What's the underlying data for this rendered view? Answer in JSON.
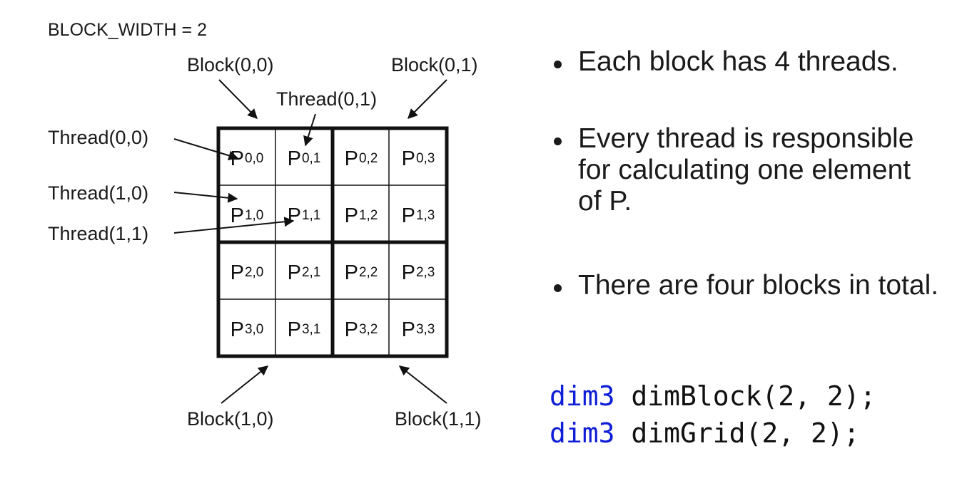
{
  "diagram": {
    "title": "BLOCK_WIDTH = 2",
    "block_labels": {
      "b00": "Block(0,0)",
      "b01": "Block(0,1)",
      "b10": "Block(1,0)",
      "b11": "Block(1,1)"
    },
    "thread_labels": {
      "t00": "Thread(0,0)",
      "t01": "Thread(0,1)",
      "t10": "Thread(1,0)",
      "t11": "Thread(1,1)"
    },
    "matrix_letter": "P",
    "cells": [
      [
        "0,0",
        "0,1",
        "0,2",
        "0,3"
      ],
      [
        "1,0",
        "1,1",
        "1,2",
        "1,3"
      ],
      [
        "2,0",
        "2,1",
        "2,2",
        "2,3"
      ],
      [
        "3,0",
        "3,1",
        "3,2",
        "3,3"
      ]
    ]
  },
  "bullets": [
    {
      "lines": [
        "Each block has 4 threads."
      ]
    },
    {
      "lines": [
        "Every thread is responsible",
        "for calculating one element",
        "of P."
      ]
    },
    {
      "lines": [
        "There are four blocks in total."
      ]
    }
  ],
  "code": [
    {
      "keyword": "dim3",
      "rest": " dimBlock(2, 2);"
    },
    {
      "keyword": "dim3",
      "rest": " dimGrid(2, 2);"
    }
  ],
  "colors": {
    "keyword": "#0e1dd6",
    "text": "#111111"
  }
}
